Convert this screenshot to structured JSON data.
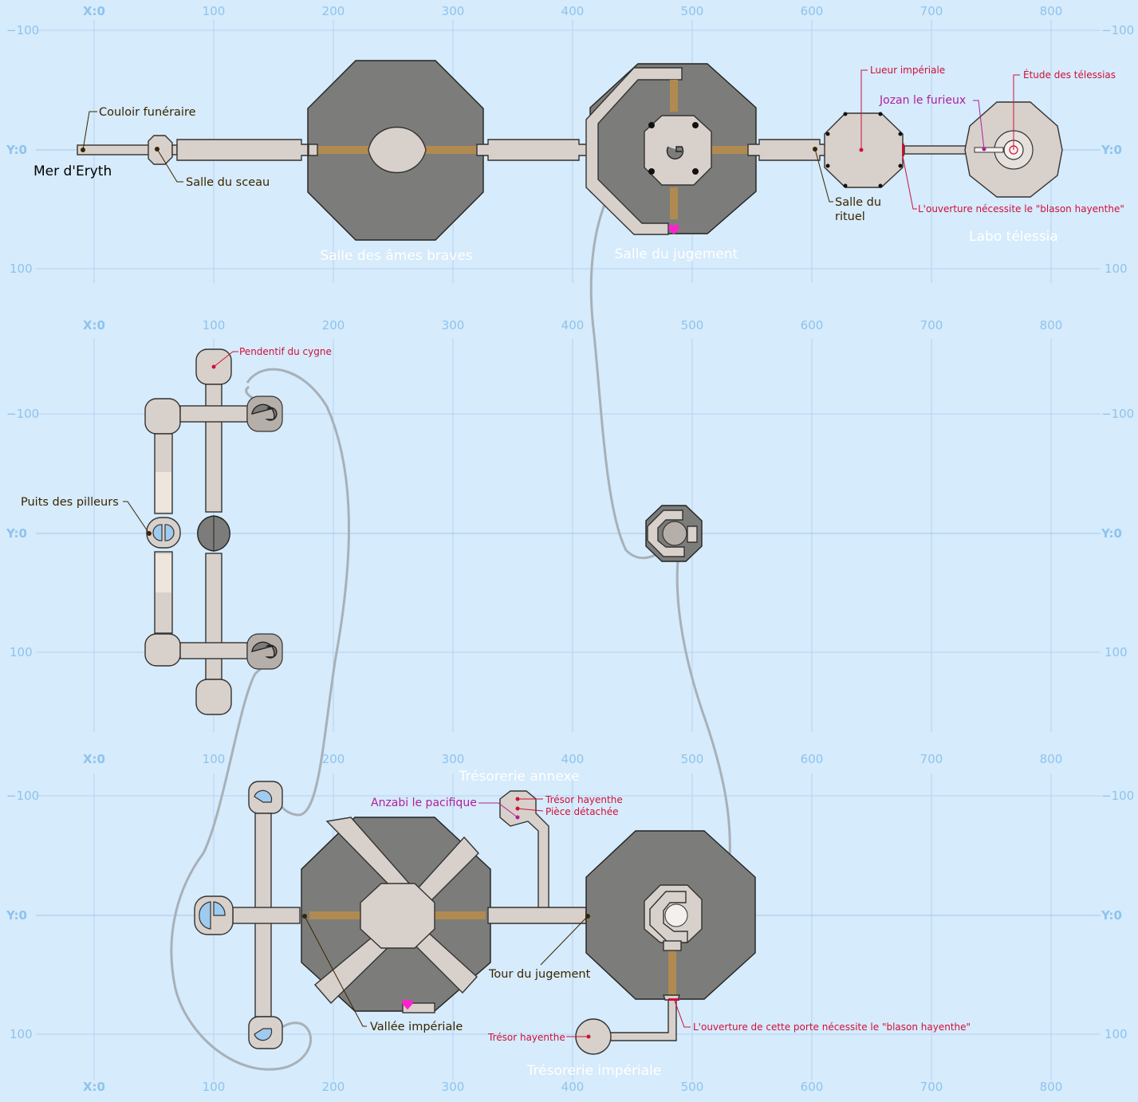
{
  "axes": {
    "x_ticks": [
      "X:0",
      "100",
      "200",
      "300",
      "400",
      "500",
      "600",
      "700",
      "800"
    ],
    "y_ticks": [
      "−100",
      "Y:0",
      "100"
    ]
  },
  "colors": {
    "background": "#d6ebfb",
    "room_floor": "#d8d0cb",
    "dark_room": "#7c7d7a",
    "bridge": "#b08a50",
    "water": "#9fcbef",
    "route": "#a8b0b8",
    "area_label": "#ffffff",
    "item_label": "#d0103a",
    "npc_label": "#b0209a",
    "exit_label": "#3a2400",
    "heart_marker": "#ff22cc"
  },
  "labels": {
    "couloir_funeraire": "Couloir funéraire",
    "mer_eryth": "Mer d'Eryth",
    "salle_sceau": "Salle du sceau",
    "salle_ames_braves": "Salle des âmes braves",
    "salle_jugement": "Salle du jugement",
    "salle_rituel_1": "Salle du",
    "salle_rituel_2": "rituel",
    "lueur_imperiale": "Lueur impériale",
    "etude_telessias": "Étude des télessias",
    "jozan": "Jozan le furieux",
    "ouverture_blason_1": "L'ouverture nécessite le \"blason hayenthe\"",
    "labo_telessia": "Labo télessia",
    "pendentif_cygne": "Pendentif du cygne",
    "puits_pilleurs": "Puits des pilleurs",
    "tresorerie_annexe": "Trésorerie annexe",
    "anzabi": "Anzabi le pacifique",
    "tresor_hayenthe_1": "Trésor hayenthe",
    "piece_detachee": "Pièce détachée",
    "tour_jugement": "Tour du jugement",
    "vallee_imperiale": "Vallée impériale",
    "ouverture_blason_2": "L'ouverture de cette porte nécessite le \"blason hayenthe\"",
    "tresor_hayenthe_2": "Trésor hayenthe",
    "tresorerie_imperiale": "Trésorerie impériale"
  }
}
